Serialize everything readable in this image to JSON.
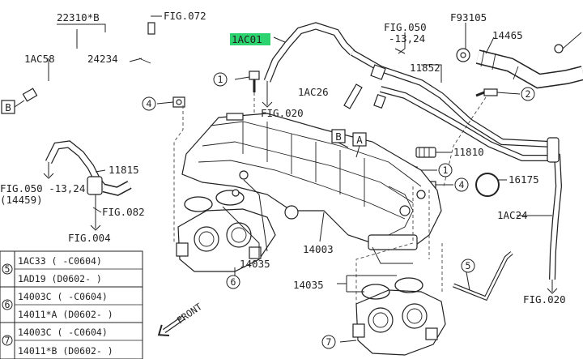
{
  "callouts": {
    "p22310b": "22310*B",
    "fig072": "FIG.072",
    "p1ac01": "1AC01",
    "fig050_top": "FIG.050",
    "fig050_top_sub": "-13,24",
    "f93105": "F93105",
    "p14465": "14465",
    "p1ac58": "1AC58",
    "p24234": "24234",
    "p11852": "11852",
    "p1ac26": "1AC26",
    "fig020_mid": "FIG.020",
    "box_b_left": "B",
    "box_b_mid": "B",
    "box_a": "A",
    "p11810": "11810",
    "p11815": "11815",
    "fig050_left": "FIG.050 -13,24",
    "fig050_left_sub": "(14459)",
    "fig082": "FIG.082",
    "fig004": "FIG.004",
    "p16175": "16175",
    "p1ac24": "1AC24",
    "p14003": "14003",
    "p14035_a": "14035",
    "p14035_b": "14035",
    "fig020_right": "FIG.020",
    "front": "FRONT"
  },
  "circled": {
    "c1_top": "1",
    "c4_left": "4",
    "c2": "2",
    "c1_right": "1",
    "c4_right": "4",
    "c5": "5",
    "c6": "6",
    "c7": "7"
  },
  "table": {
    "groups": [
      {
        "num": "5",
        "rows": [
          "1AC33 ( -C0604)",
          "1AD19 (D0602- )"
        ]
      },
      {
        "num": "6",
        "rows": [
          "14003C ( -C0604)",
          "14011*A (D0602- )"
        ]
      },
      {
        "num": "7",
        "rows": [
          "14003C ( -C0604)",
          "14011*B (D0602- )"
        ]
      }
    ]
  },
  "colors": {
    "highlight": "#2dd36f",
    "line": "#222222"
  }
}
